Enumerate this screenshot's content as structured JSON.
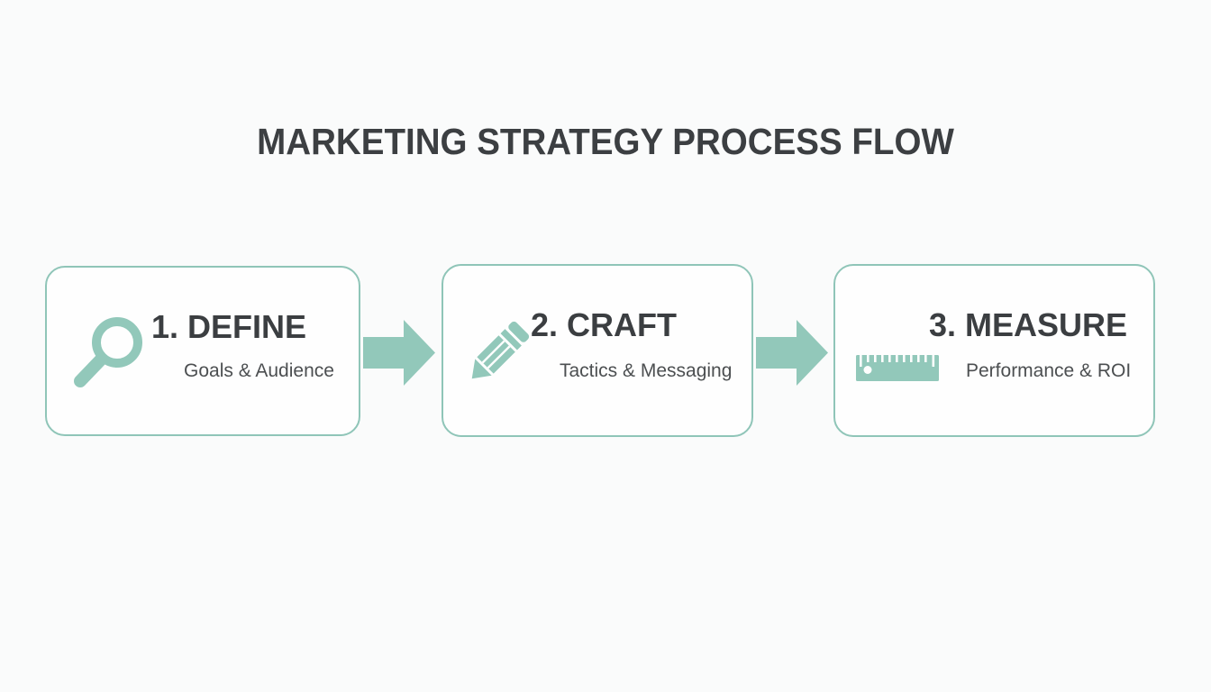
{
  "title": "MARKETING STRATEGY PROCESS FLOW",
  "steps": [
    {
      "heading": "1. DEFINE",
      "subtitle": "Goals & Audience",
      "icon": "magnifier-icon"
    },
    {
      "heading": "2. CRAFT",
      "subtitle": "Tactics & Messaging",
      "icon": "pencil-icon"
    },
    {
      "heading": "3. MEASURE",
      "subtitle": "Performance & ROI",
      "icon": "ruler-icon"
    }
  ],
  "arrows": {
    "count": 2,
    "direction": "right"
  },
  "colors": {
    "accent_teal": "#92c8ba",
    "box_border_teal": "#8fc5b8",
    "heading_text": "#3b3e41",
    "subtitle_text": "#4c4f51",
    "background": "#fafbfb"
  }
}
